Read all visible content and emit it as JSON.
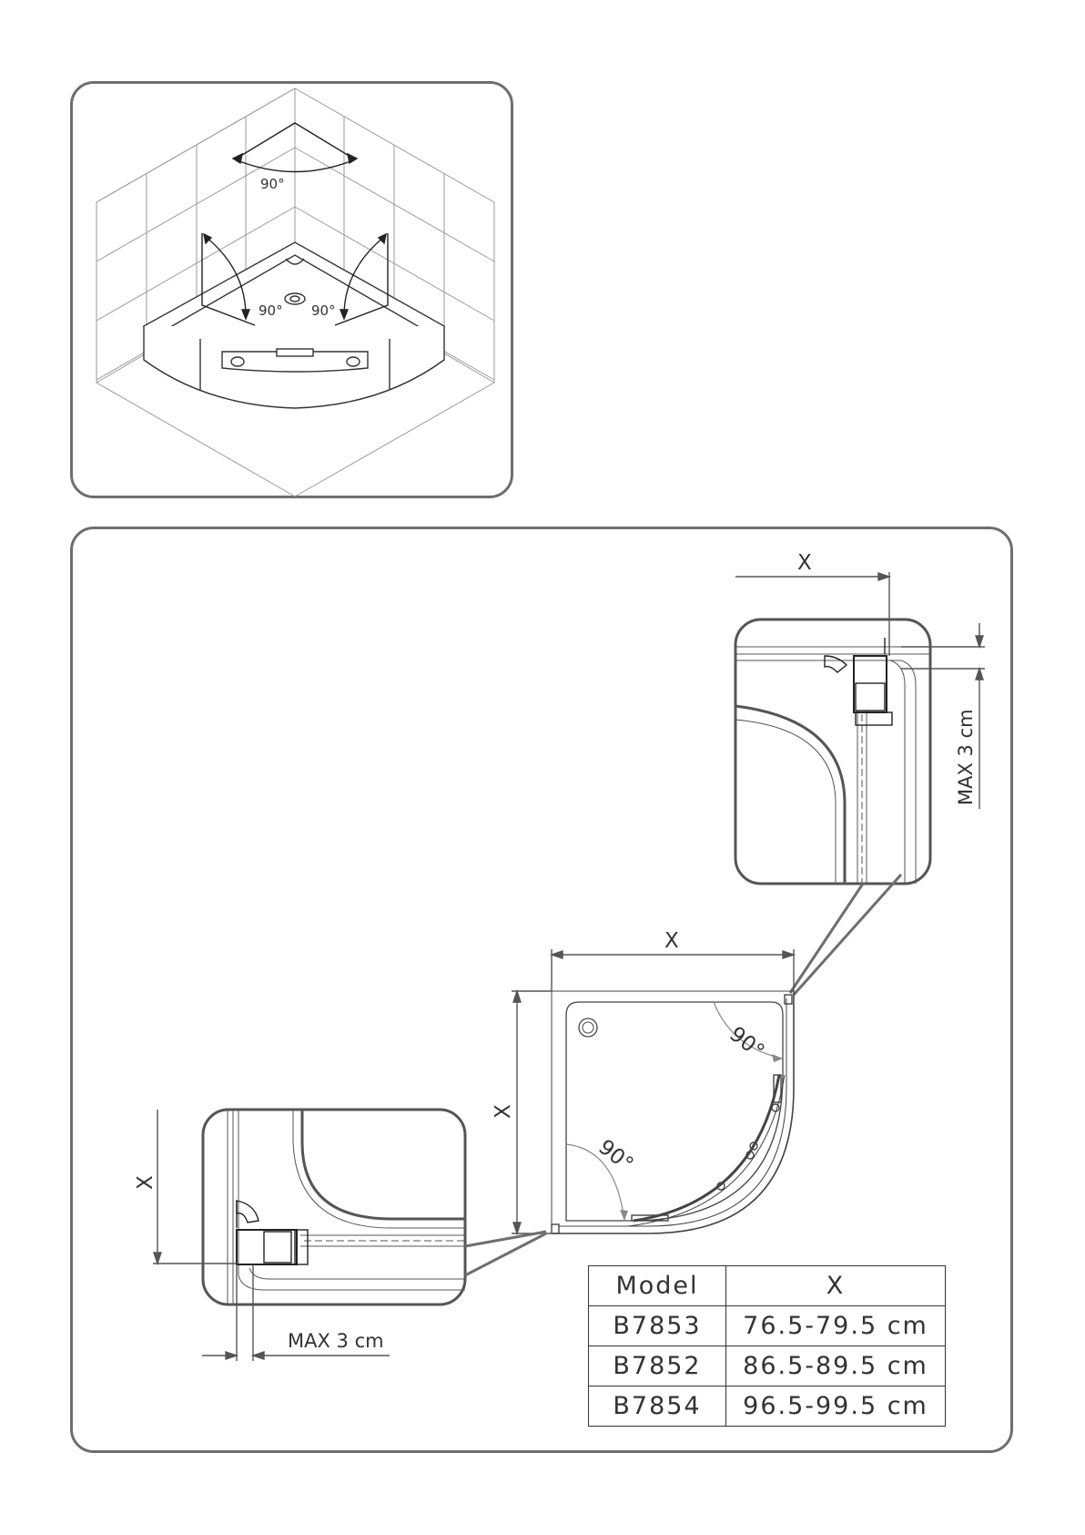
{
  "top_diagram": {
    "angle_top": "90°",
    "angle_left": "90°",
    "angle_right": "90°"
  },
  "bottom_diagram": {
    "dim_x_top": "X",
    "dim_x_right_detail": "X",
    "dim_x_vertical": "X",
    "dim_x_left_detail": "X",
    "max_label_right": "MAX 3 cm",
    "max_label_left": "MAX 3 cm",
    "angle_upper": "90°",
    "angle_lower": "90°"
  },
  "table": {
    "headers": [
      "Model",
      "X"
    ],
    "rows": [
      {
        "model": "B7853",
        "x": "76.5-79.5 cm"
      },
      {
        "model": "B7852",
        "x": "86.5-89.5 cm"
      },
      {
        "model": "B7854",
        "x": "96.5-99.5 cm"
      }
    ]
  }
}
